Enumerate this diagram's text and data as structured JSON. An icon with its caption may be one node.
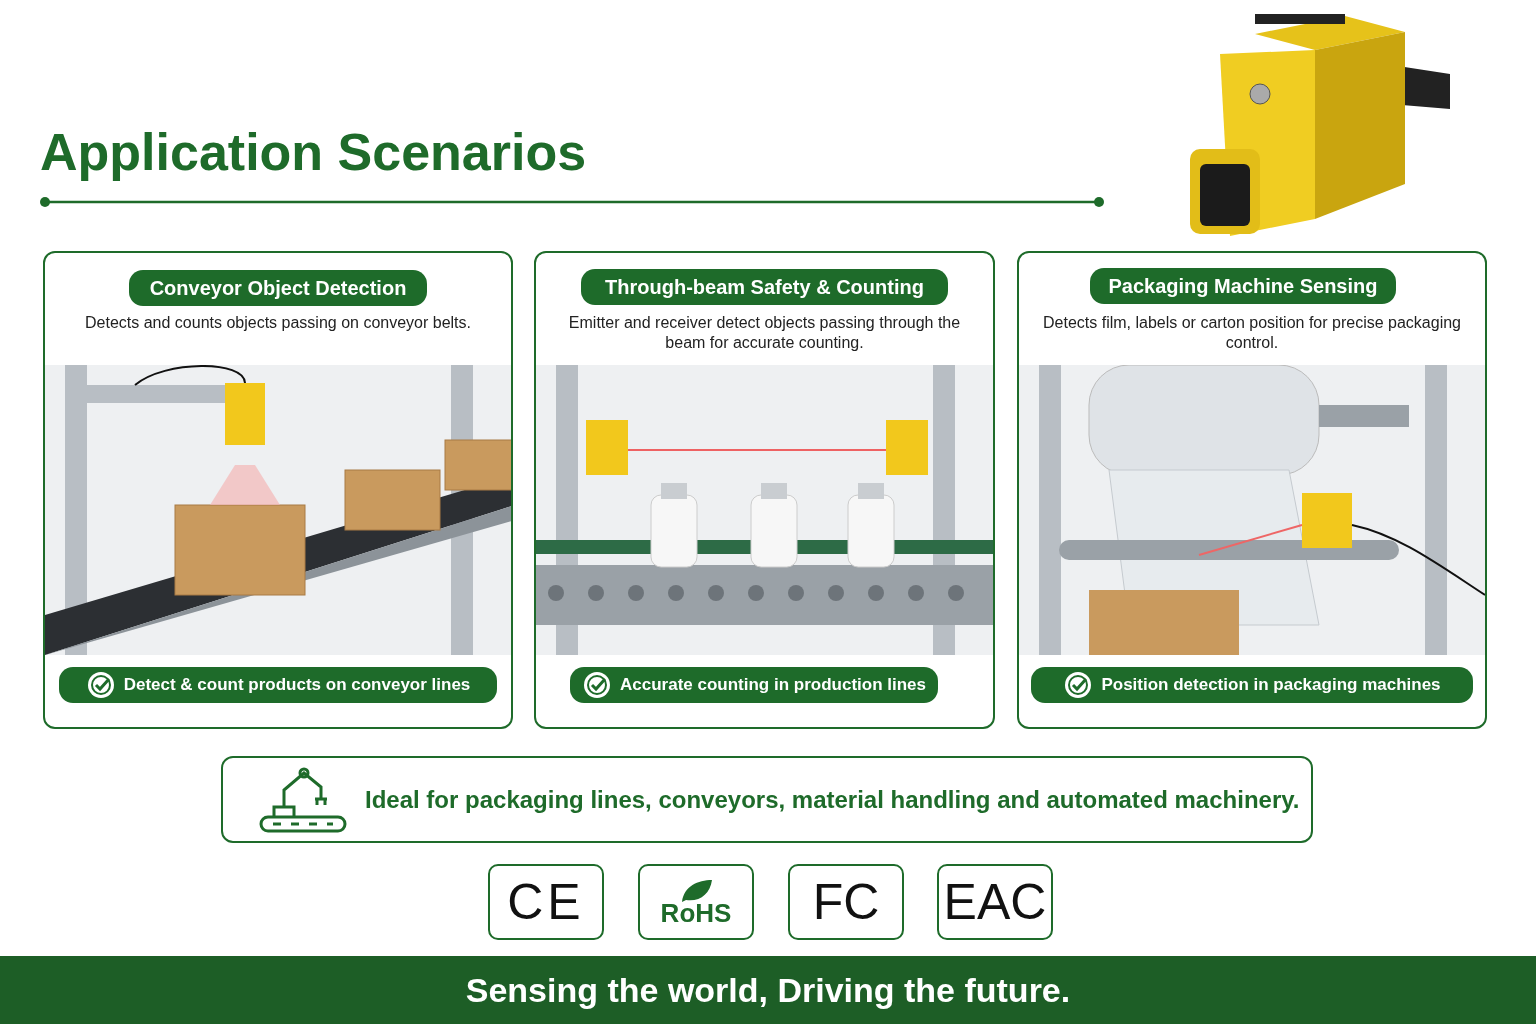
{
  "diagram": {
    "title": "Application Scenarios",
    "nodes": [
      {
        "text": [
          "Detects and counts objects passing on conveyor belts."
        ]
      },
      {
        "text": [
          "Conveyor Object Detection"
        ],
        "in": 0
      },
      {
        "text": [
          "Detect & count products on conveyor lines"
        ],
        "in": 0
      },
      {
        "text": [
          "Emitter and receiver detect objects passing through the beam for accurate counting."
        ]
      },
      {
        "text": [
          "Through-beam Safety & Counting"
        ],
        "in": 3
      },
      {
        "text": [
          "Accurate counting in production lines"
        ],
        "in": 3
      },
      {
        "text": [
          "Detects film, labels or carton position for precise packaging control."
        ]
      },
      {
        "text": [
          "Packaging Machine Sensing"
        ],
        "in": 6
      },
      {
        "text": [
          "Position detection in packaging machines"
        ],
        "in": 6
      },
      {
        "text": [
          "Ideal for packaging lines, conveyors, material handling and automated machinery."
        ]
      },
      {
        "text": [
          "CE"
        ]
      },
      {
        "text": [
          "RoHS"
        ]
      },
      {
        "text": [
          "FC"
        ]
      },
      {
        "text": [
          "EAC"
        ]
      },
      {
        "text": [
          "Sensing the world, Driving the future."
        ]
      }
    ]
  }
}
